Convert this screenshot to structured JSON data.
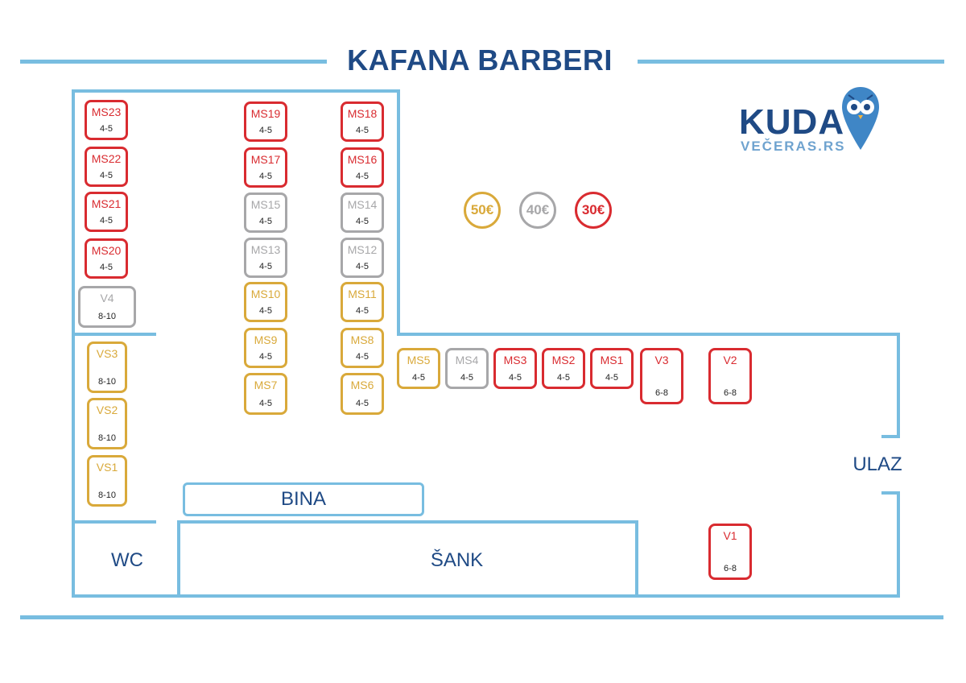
{
  "header": {
    "title": "KAFANA BARBERI"
  },
  "logo": {
    "name": "KUDA",
    "subtitle": "VEČERAS.RS",
    "icon": "owl-pin-icon"
  },
  "colors": {
    "wall": "#78bde0",
    "text": "#1f4a85",
    "red": "#d92b30",
    "gold": "#d9a93a",
    "gray": "#a7a7a9"
  },
  "prices": [
    {
      "label": "50€",
      "tier": "gold"
    },
    {
      "label": "40€",
      "tier": "gray"
    },
    {
      "label": "30€",
      "tier": "red"
    }
  ],
  "rooms": {
    "stage": "BINA",
    "bar": "ŠANK",
    "wc": "WC",
    "entrance": "ULAZ"
  },
  "tables": [
    {
      "id": "MS23",
      "capacity": "4-5",
      "tier": "red"
    },
    {
      "id": "MS22",
      "capacity": "4-5",
      "tier": "red"
    },
    {
      "id": "MS21",
      "capacity": "4-5",
      "tier": "red"
    },
    {
      "id": "MS20",
      "capacity": "4-5",
      "tier": "red"
    },
    {
      "id": "V4",
      "capacity": "8-10",
      "tier": "gray"
    },
    {
      "id": "VS3",
      "capacity": "8-10",
      "tier": "gold"
    },
    {
      "id": "VS2",
      "capacity": "8-10",
      "tier": "gold"
    },
    {
      "id": "VS1",
      "capacity": "8-10",
      "tier": "gold"
    },
    {
      "id": "MS19",
      "capacity": "4-5",
      "tier": "red"
    },
    {
      "id": "MS17",
      "capacity": "4-5",
      "tier": "red"
    },
    {
      "id": "MS15",
      "capacity": "4-5",
      "tier": "gray"
    },
    {
      "id": "MS13",
      "capacity": "4-5",
      "tier": "gray"
    },
    {
      "id": "MS10",
      "capacity": "4-5",
      "tier": "gold"
    },
    {
      "id": "MS9",
      "capacity": "4-5",
      "tier": "gold"
    },
    {
      "id": "MS7",
      "capacity": "4-5",
      "tier": "gold"
    },
    {
      "id": "MS18",
      "capacity": "4-5",
      "tier": "red"
    },
    {
      "id": "MS16",
      "capacity": "4-5",
      "tier": "red"
    },
    {
      "id": "MS14",
      "capacity": "4-5",
      "tier": "gray"
    },
    {
      "id": "MS12",
      "capacity": "4-5",
      "tier": "gray"
    },
    {
      "id": "MS11",
      "capacity": "4-5",
      "tier": "gold"
    },
    {
      "id": "MS8",
      "capacity": "4-5",
      "tier": "gold"
    },
    {
      "id": "MS6",
      "capacity": "4-5",
      "tier": "gold"
    },
    {
      "id": "MS5",
      "capacity": "4-5",
      "tier": "gold"
    },
    {
      "id": "MS4",
      "capacity": "4-5",
      "tier": "gray"
    },
    {
      "id": "MS3",
      "capacity": "4-5",
      "tier": "red"
    },
    {
      "id": "MS2",
      "capacity": "4-5",
      "tier": "red"
    },
    {
      "id": "MS1",
      "capacity": "4-5",
      "tier": "red"
    },
    {
      "id": "V3",
      "capacity": "6-8",
      "tier": "red"
    },
    {
      "id": "V2",
      "capacity": "6-8",
      "tier": "red"
    },
    {
      "id": "V1",
      "capacity": "6-8",
      "tier": "red"
    }
  ]
}
